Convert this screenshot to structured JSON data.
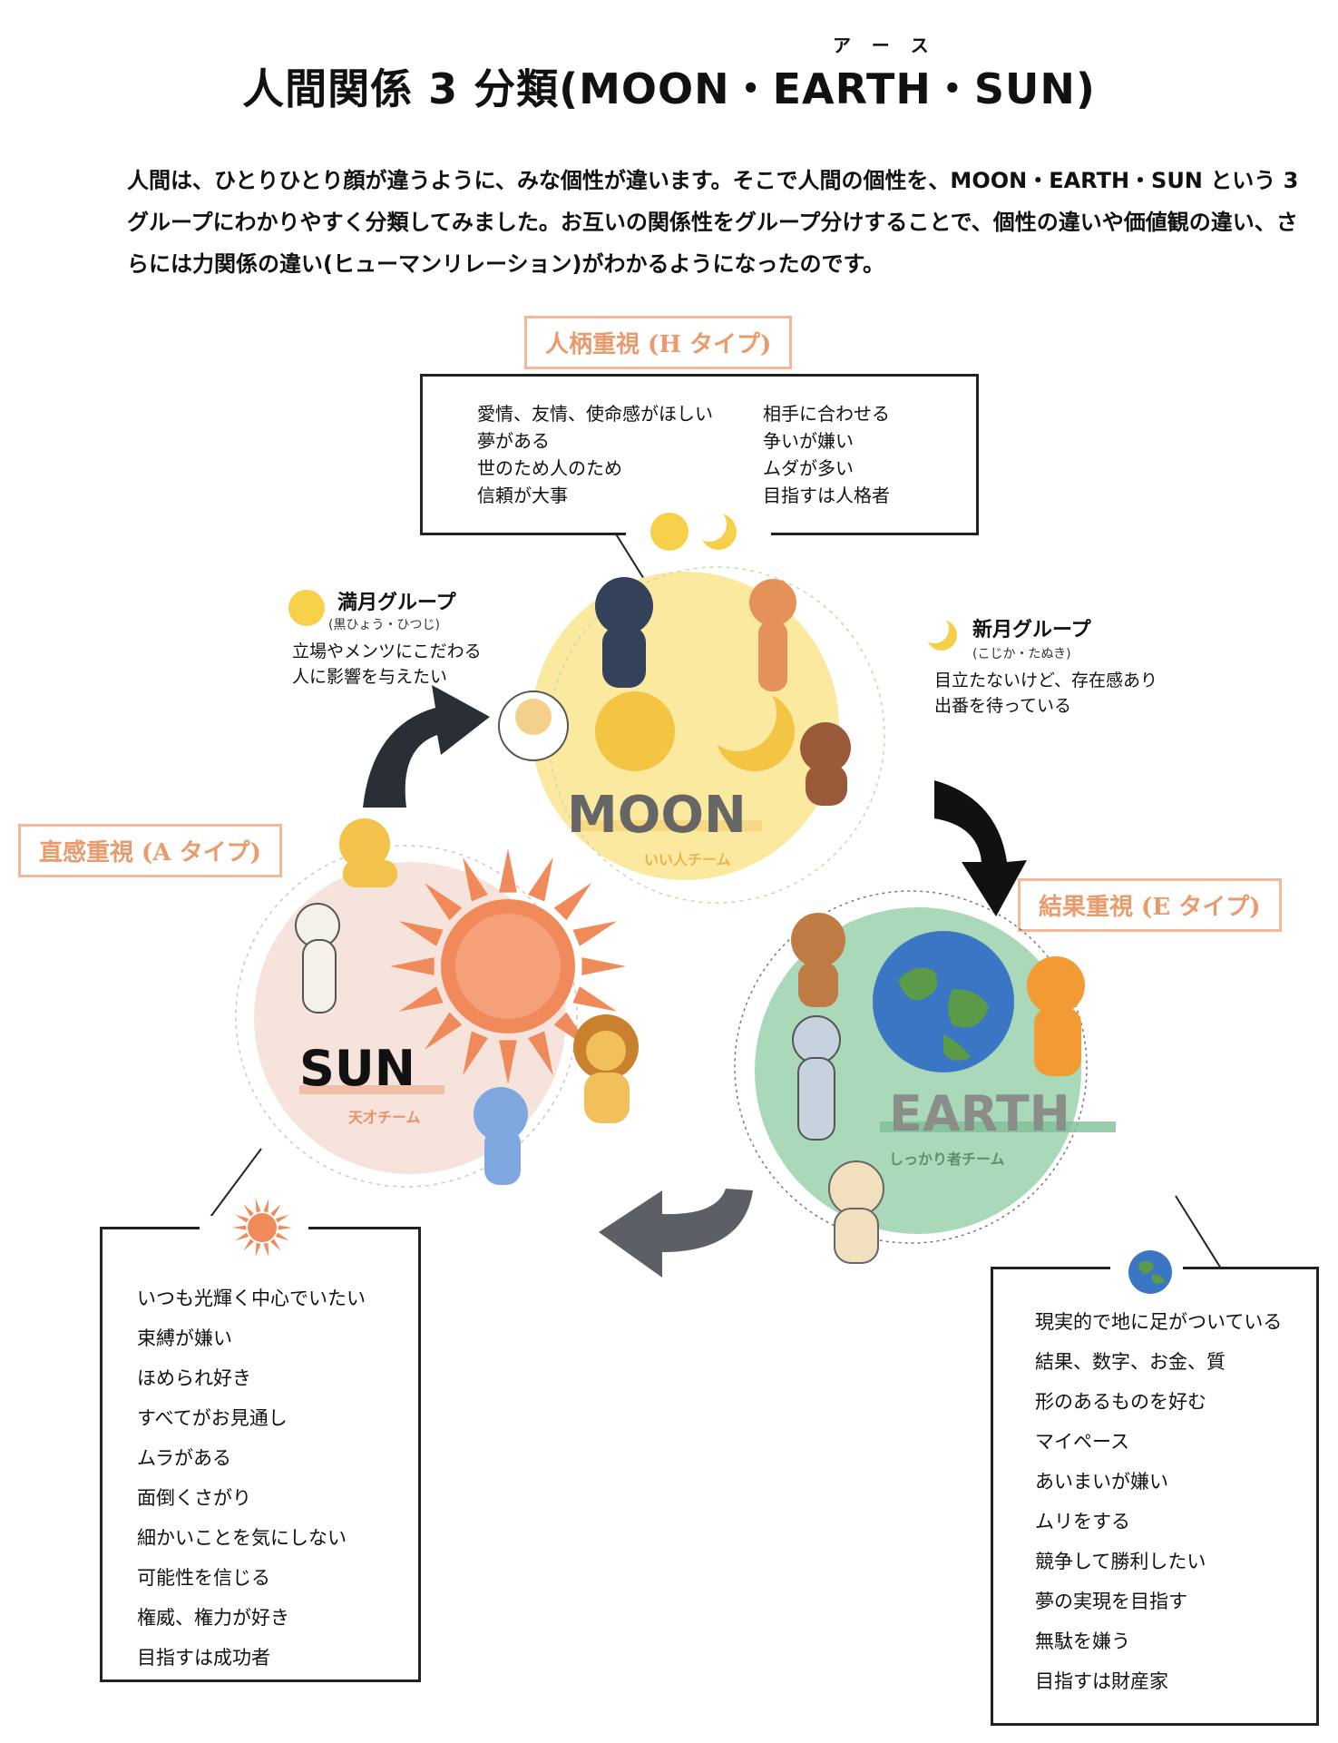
{
  "title": "人間関係 3 分類(MOON・EARTH・SUN)",
  "title_ruby": "アース",
  "intro": "人間は、ひとりひとり顔が違うように、みな個性が違います。そこで人間の個性を、MOON・EARTH・SUN という 3 グループにわかりやすく分類してみました。お互いの関係性をグループ分けすることで、個性の違いや価値観の違い、さらには力関係の違い(ヒューマンリレーション)がわかるようになったのです。",
  "types": {
    "h": "人柄重視 (H タイプ)",
    "a": "直感重視 (A タイプ)",
    "e": "結果重視 (E タイプ)"
  },
  "moon_box": {
    "left": [
      "愛情、友情、使命感がほしい",
      "夢がある",
      "世のため人のため",
      "信頼が大事"
    ],
    "right": [
      "相手に合わせる",
      "争いが嫌い",
      "ムダが多い",
      "目指すは人格者"
    ]
  },
  "full_moon_group": {
    "title": "満月グループ",
    "sub": "(黒ひょう・ひつじ)",
    "desc": [
      "立場やメンツにこだわる",
      "人に影響を与えたい"
    ]
  },
  "new_moon_group": {
    "title": "新月グループ",
    "sub": "(こじか・たぬき)",
    "desc": [
      "目立たないけど、存在感あり",
      "出番を待っている"
    ]
  },
  "teams": {
    "moon": {
      "name": "MOON",
      "sub": "いい人チーム"
    },
    "sun": {
      "name": "SUN",
      "sub": "天才チーム"
    },
    "earth": {
      "name": "EARTH",
      "sub": "しっかり者チーム"
    }
  },
  "sun_list": [
    "いつも光輝く中心でいたい",
    "束縛が嫌い",
    "ほめられ好き",
    "すべてがお見通し",
    "ムラがある",
    "面倒くさがり",
    "細かいことを気にしない",
    "可能性を信じる",
    "権威、権力が好き",
    "目指すは成功者"
  ],
  "earth_list": [
    "現実的で地に足がついている",
    "結果、数字、お金、質",
    "形のあるものを好む",
    "マイペース",
    "あいまいが嫌い",
    "ムリをする",
    "競争して勝利したい",
    "夢の実現を目指す",
    "無駄を嫌う",
    "目指すは財産家"
  ],
  "colors": {
    "moon": "#fbe9a0",
    "earth": "#a9d9b9",
    "sun": "#f6d6c8",
    "accent": "#eb9a6c",
    "sun_core": "#f08a5a"
  }
}
